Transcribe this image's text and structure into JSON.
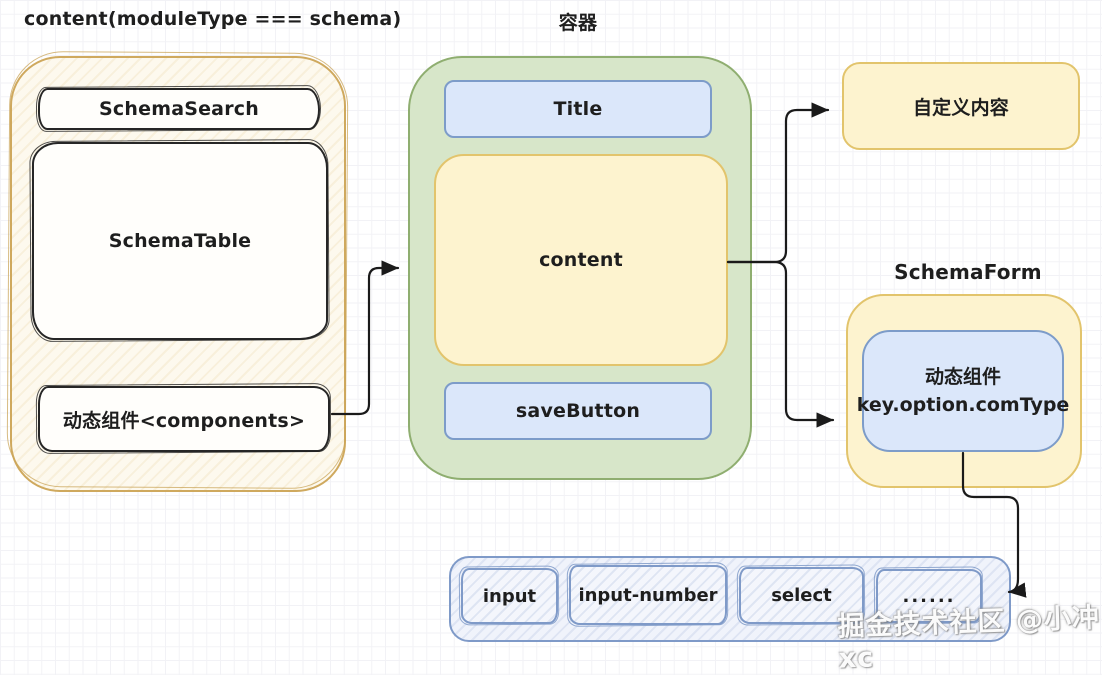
{
  "annotations": {
    "left_group_label": "content(moduleType === schema)",
    "container_label": "容器",
    "schema_form_label": "SchemaForm"
  },
  "left_group": {
    "boxes": [
      {
        "label": "SchemaSearch"
      },
      {
        "label": "SchemaTable"
      },
      {
        "label": "动态组件<components>"
      }
    ]
  },
  "container_group": {
    "boxes": [
      {
        "label": "Title"
      },
      {
        "label": "content"
      },
      {
        "label": "saveButton"
      }
    ]
  },
  "custom_content": {
    "label": "自定义内容"
  },
  "schema_form": {
    "component": {
      "line1": "动态组件",
      "line2": "key.option.comType"
    }
  },
  "components_bar": {
    "boxes": [
      {
        "label": "input"
      },
      {
        "label": "input-number"
      },
      {
        "label": "select"
      },
      {
        "label": "......"
      }
    ]
  },
  "watermark": {
    "text": "掘金技术社区 @小冲xc"
  },
  "connections": [
    "动态组件<components> → 容器",
    "content → 自定义内容",
    "content → SchemaForm 动态组件",
    "SchemaForm 动态组件 → components bar (input / input-number / select / ......)"
  ],
  "colors": {
    "sketch_stroke": "#262626",
    "tan_border": "#cfa95e",
    "tan_fill": "#fdf9ee",
    "green_border": "#8fae70",
    "green_fill": "#d7e6c9",
    "blue_border": "#7d9cc9",
    "blue_fill": "#dbe7fa",
    "yellow_border": "#e2c46c",
    "yellow_fill": "#fdf3cf",
    "bar_border": "#7f9ac8",
    "bar_fill": "#f0f3fb",
    "arrow": "#1a1a1a"
  }
}
